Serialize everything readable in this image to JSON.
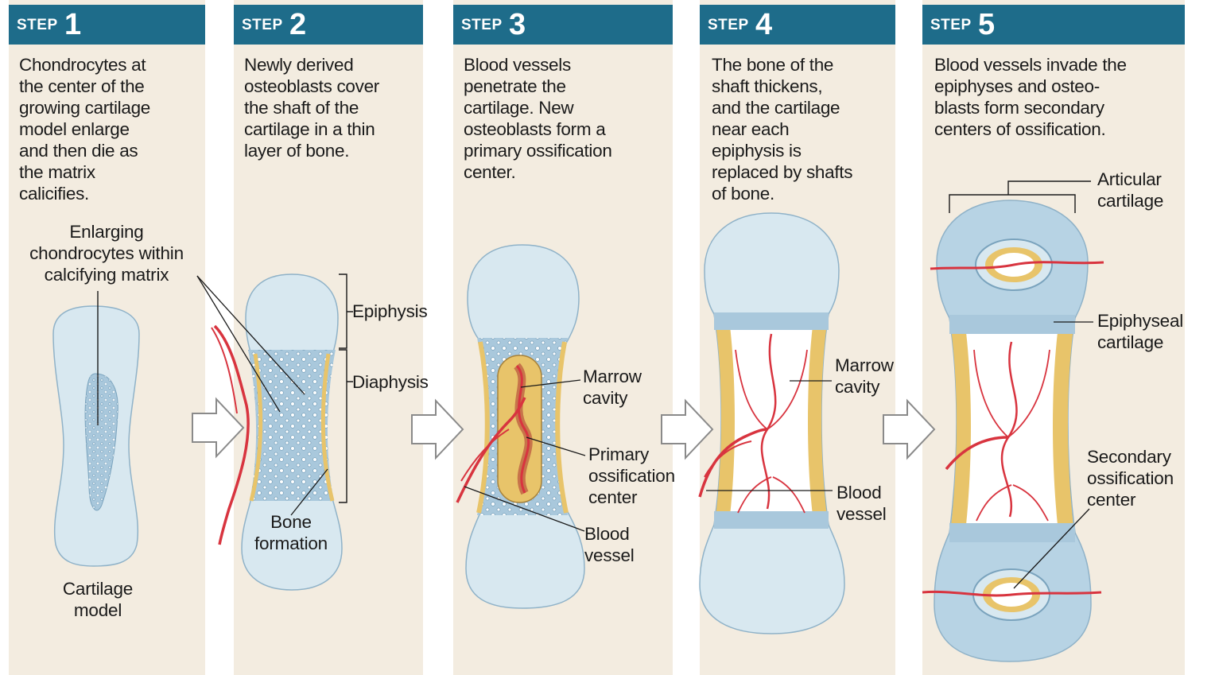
{
  "steps": [
    {
      "word": "STEP",
      "number": "1",
      "lines": [
        "Chondrocytes at",
        "the center of the",
        "growing cartilage",
        "model enlarge",
        "and then die as",
        "the matrix",
        "calicifies."
      ]
    },
    {
      "word": "STEP",
      "number": "2",
      "lines": [
        "Newly derived",
        "osteoblasts cover",
        "the shaft of the",
        "cartilage in a thin",
        "layer of bone."
      ]
    },
    {
      "word": "STEP",
      "number": "3",
      "lines": [
        "Blood vessels",
        "penetrate the",
        "cartilage. New",
        "osteoblasts form a",
        "primary ossification",
        "center."
      ]
    },
    {
      "word": "STEP",
      "number": "4",
      "lines": [
        "The bone of the",
        "shaft thickens,",
        "and the cartilage",
        "near each",
        "epiphysis is",
        "replaced by shafts",
        "of bone."
      ]
    },
    {
      "word": "STEP",
      "number": "5",
      "lines": [
        "Blood vessels invade the",
        "epiphyses and osteo-",
        "blasts form secondary",
        "centers of ossification."
      ]
    }
  ],
  "labels": {
    "enlarging": [
      "Enlarging",
      "chondrocytes within",
      "calcifying matrix"
    ],
    "cartilage_model": [
      "Cartilage",
      "model"
    ],
    "epiphysis": "Epiphysis",
    "diaphysis": "Diaphysis",
    "bone_formation": [
      "Bone",
      "formation"
    ],
    "marrow_cavity_3": [
      "Marrow",
      "cavity"
    ],
    "primary_center": [
      "Primary",
      "ossification",
      "center"
    ],
    "blood_vessel_3": [
      "Blood",
      "vessel"
    ],
    "marrow_cavity_4": [
      "Marrow",
      "cavity"
    ],
    "blood_vessel_4": [
      "Blood",
      "vessel"
    ],
    "articular": [
      "Articular",
      "cartilage"
    ],
    "epiphyseal": [
      "Epiphyseal",
      "cartilage"
    ],
    "secondary_center": [
      "Secondary",
      "ossification",
      "center"
    ]
  },
  "colors": {
    "header": "#1e6c8a",
    "panel": "#f3ece0",
    "cartilage": "#d8e8f0",
    "matrix": "#a9c8dc",
    "bone": "#e8c46a",
    "marrow": "#ffffff",
    "vessel": "#d8343f"
  }
}
